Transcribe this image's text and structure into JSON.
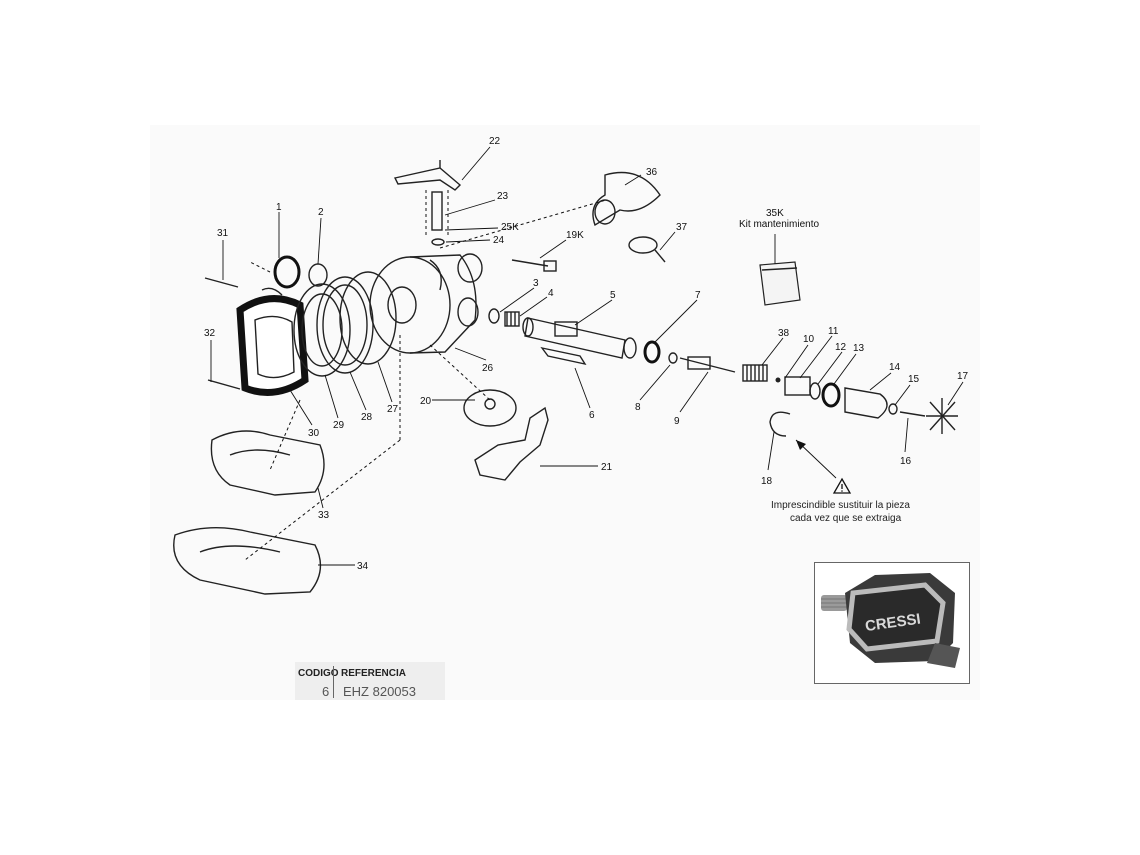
{
  "callouts": {
    "c1": "1",
    "c2": "2",
    "c3": "3",
    "c4": "4",
    "c5": "5",
    "c6": "6",
    "c7": "7",
    "c8": "8",
    "c9": "9",
    "c10": "10",
    "c11": "11",
    "c12": "12",
    "c13": "13",
    "c14": "14",
    "c15": "15",
    "c16": "16",
    "c17": "17",
    "c18": "18",
    "c19k": "19K",
    "c20": "20",
    "c21": "21",
    "c22": "22",
    "c23": "23",
    "c24": "24",
    "c25k": "25K",
    "c26": "26",
    "c27": "27",
    "c28": "28",
    "c29": "29",
    "c30": "30",
    "c31": "31",
    "c32": "32",
    "c33": "33",
    "c34": "34",
    "c35k": "35K",
    "c36": "36",
    "c37": "37",
    "c38": "38"
  },
  "kit_label": "Kit mantenimiento",
  "warning": {
    "line1": "Imprescindible sustituir la pieza",
    "line2": "cada vez que se extraiga"
  },
  "reference_table": {
    "col1_header": "CODIGO",
    "col2_header": "REFERENCIA",
    "code": "6",
    "reference": "EHZ 820053"
  },
  "photo": {
    "brand": "CRESSI"
  },
  "icons": [
    "warning-triangle-icon"
  ]
}
